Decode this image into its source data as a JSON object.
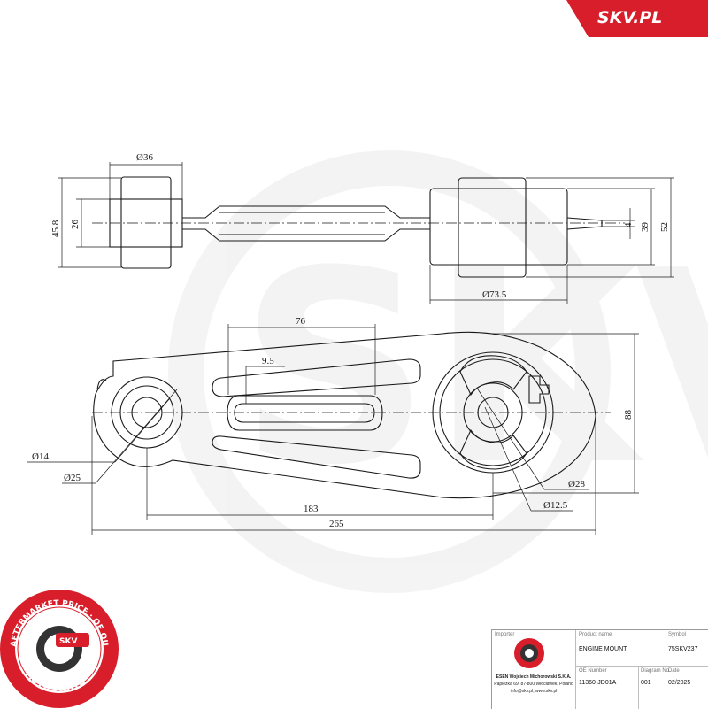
{
  "brand": {
    "corner_label": "SKV.PL",
    "accent_color": "#d81e2b",
    "seal_ring_text": "AFTERMARKET PRICE · OF QUALITY",
    "seal_center": "SKV",
    "seal_bottom": "AUTO PARTS",
    "watermark": "SKV"
  },
  "dimensions": {
    "top_view": {
      "d36": "Ø36",
      "h45_8": "45.8",
      "h26": "26",
      "h4": "4",
      "h39": "39",
      "h52": "52",
      "d73_5": "Ø73.5"
    },
    "front_view": {
      "w76": "76",
      "w9_5": "9.5",
      "h88": "88",
      "d14": "Ø14",
      "d25": "Ø25",
      "d28": "Ø28",
      "d12_5": "Ø12.5",
      "w183": "183",
      "w265": "265"
    }
  },
  "title_block": {
    "importer_label": "Importer",
    "importer_name": "ESEN Wojciech Michorowski S.K.A.",
    "importer_address": "Papieżka 69, 87-800 Włocławek, Poland",
    "importer_contact": "info@skv.pl, www.skv.pl",
    "product_name_label": "Product name",
    "product_name": "ENGINE MOUNT",
    "symbol_label": "Symbol",
    "symbol": "75SKV237",
    "oe_label": "OE Number",
    "oe_number": "11360-JD01A",
    "diagram_label": "Diagram No.",
    "diagram_no": "001",
    "date_label": "Date",
    "date": "02/2025"
  }
}
